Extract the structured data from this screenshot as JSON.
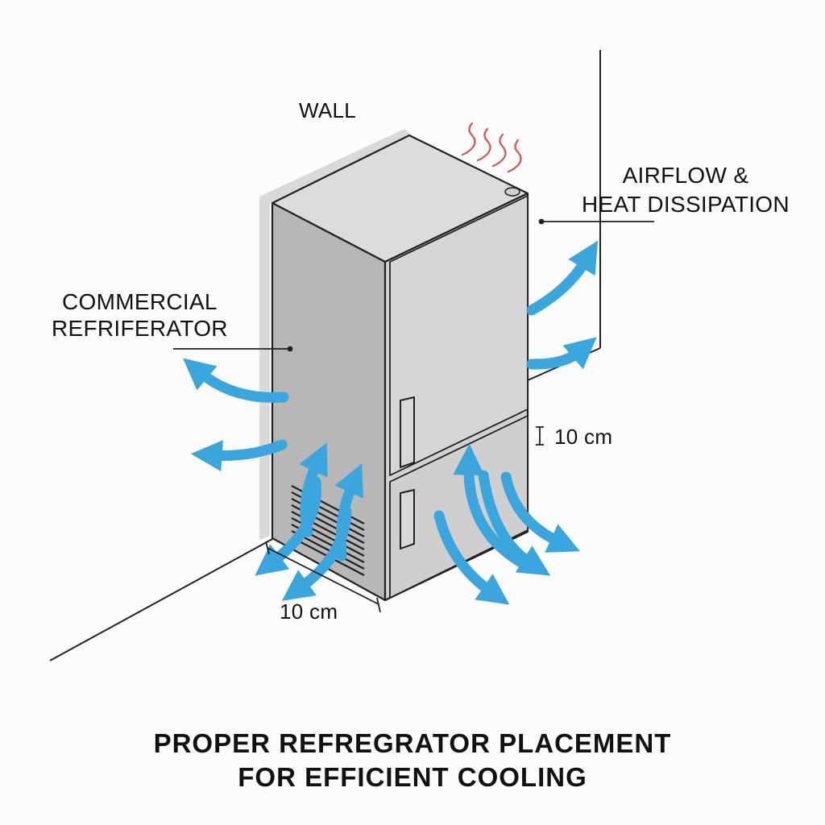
{
  "labels": {
    "wall": "WALL",
    "airflow_line1": "AIRFLOW &",
    "airflow_line2": "HEAT DISSIPATION",
    "fridge_line1": "COMMERCIAL",
    "fridge_line2": "REFRIFERATOR",
    "gap_right": "10 cm",
    "gap_bottom": "10 cm"
  },
  "title": {
    "line1": "PROPER REFREGRATOR PLACEMENT",
    "line2": "FOR EFFICIENT COOLING"
  },
  "colors": {
    "airflow_arrow": "#3aa6dd",
    "heat_wave": "#d9534f",
    "fridge_front": "#d3d3d3",
    "fridge_side": "#b9b9b9",
    "fridge_top": "#dedede",
    "outline": "#222222"
  },
  "icons": [
    "airflow-arrow",
    "heat-wave",
    "door-handle",
    "vent-grille"
  ]
}
